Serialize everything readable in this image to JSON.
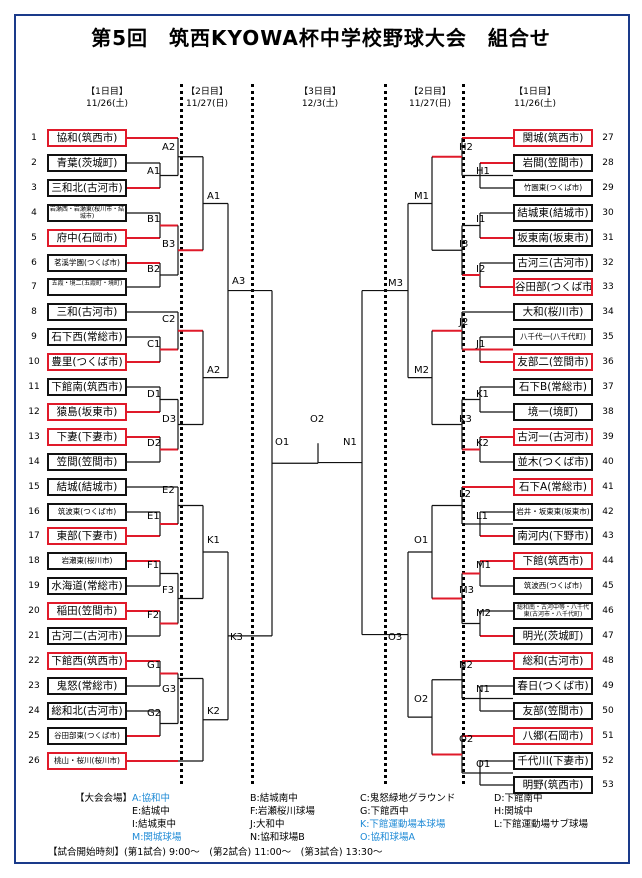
{
  "title": "第5回　筑西KYOWA杯中学校野球大会　組合せ",
  "rounds": {
    "left_day1": {
      "label": "【1日目】",
      "date": "11/26(土)"
    },
    "left_day2": {
      "label": "【2日目】",
      "date": "11/27(日)"
    },
    "day3": {
      "label": "【3日目】",
      "date": "12/3(土)"
    },
    "right_day2": {
      "label": "【2日目】",
      "date": "11/27(日)"
    },
    "right_day1": {
      "label": "【1日目】",
      "date": "11/26(土)"
    }
  },
  "left_teams": [
    {
      "num": "1",
      "name": "協和(筑西市)",
      "red": true
    },
    {
      "num": "2",
      "name": "青葉(茨城町)",
      "red": false
    },
    {
      "num": "3",
      "name": "三和北(古河市)",
      "red": false
    },
    {
      "num": "4",
      "name": "岩瀬西・岩瀬東(桜川市・結城市)",
      "red": false,
      "size": "xs"
    },
    {
      "num": "5",
      "name": "府中(石岡市)",
      "red": true
    },
    {
      "num": "6",
      "name": "茗溪学園(つくば市)",
      "red": false,
      "size": "sm"
    },
    {
      "num": "7",
      "name": "五霞・境二(五霞町・境町)",
      "red": false,
      "size": "xs"
    },
    {
      "num": "8",
      "name": "三和(古河市)",
      "red": false
    },
    {
      "num": "9",
      "name": "石下西(常総市)",
      "red": false
    },
    {
      "num": "10",
      "name": "豊里(つくば市)",
      "red": true
    },
    {
      "num": "11",
      "name": "下館南(筑西市)",
      "red": false
    },
    {
      "num": "12",
      "name": "猿島(坂東市)",
      "red": true
    },
    {
      "num": "13",
      "name": "下妻(下妻市)",
      "red": true
    },
    {
      "num": "14",
      "name": "笠間(笠間市)",
      "red": false
    },
    {
      "num": "15",
      "name": "結城(結城市)",
      "red": false
    },
    {
      "num": "16",
      "name": "筑波東(つくば市)",
      "red": false,
      "size": "sm"
    },
    {
      "num": "17",
      "name": "東部(下妻市)",
      "red": true
    },
    {
      "num": "18",
      "name": "岩瀬東(桜川市)",
      "red": false,
      "size": "sm"
    },
    {
      "num": "19",
      "name": "水海道(常総市)",
      "red": false
    },
    {
      "num": "20",
      "name": "稲田(笠間市)",
      "red": true
    },
    {
      "num": "21",
      "name": "古河二(古河市)",
      "red": false
    },
    {
      "num": "22",
      "name": "下館西(筑西市)",
      "red": true
    },
    {
      "num": "23",
      "name": "鬼怒(常総市)",
      "red": false
    },
    {
      "num": "24",
      "name": "総和北(古河市)",
      "red": false
    },
    {
      "num": "25",
      "name": "谷田部東(つくば市)",
      "red": false,
      "size": "sm"
    },
    {
      "num": "26",
      "name": "桃山・桜川(桜川市)",
      "red": true,
      "size": "sm"
    }
  ],
  "right_teams": [
    {
      "num": "27",
      "name": "関城(筑西市)",
      "red": true
    },
    {
      "num": "28",
      "name": "岩間(笠間市)",
      "red": false
    },
    {
      "num": "29",
      "name": "竹園東(つくば市)",
      "red": false,
      "size": "sm"
    },
    {
      "num": "30",
      "name": "結城東(結城市)",
      "red": false
    },
    {
      "num": "31",
      "name": "坂東南(坂東市)",
      "red": false
    },
    {
      "num": "32",
      "name": "古河三(古河市)",
      "red": false
    },
    {
      "num": "33",
      "name": "谷田部(つくば市)",
      "red": true
    },
    {
      "num": "34",
      "name": "大和(桜川市)",
      "red": false
    },
    {
      "num": "35",
      "name": "八千代一(八千代町)",
      "red": false,
      "size": "sm"
    },
    {
      "num": "36",
      "name": "友部二(笠間市)",
      "red": true
    },
    {
      "num": "37",
      "name": "石下B(常総市)",
      "red": false
    },
    {
      "num": "38",
      "name": "境一(境町)",
      "red": false
    },
    {
      "num": "39",
      "name": "古河一(古河市)",
      "red": true
    },
    {
      "num": "40",
      "name": "並木(つくば市)",
      "red": false
    },
    {
      "num": "41",
      "name": "石下A(常総市)",
      "red": true
    },
    {
      "num": "42",
      "name": "岩井・坂東東(坂東市)",
      "red": false,
      "size": "sm"
    },
    {
      "num": "43",
      "name": "南河内(下野市)",
      "red": false
    },
    {
      "num": "44",
      "name": "下館(筑西市)",
      "red": true
    },
    {
      "num": "45",
      "name": "筑波西(つくば市)",
      "red": false,
      "size": "sm"
    },
    {
      "num": "46",
      "name": "総和南・古河中等・八千代東(古河市・八千代町)",
      "red": false,
      "size": "xs"
    },
    {
      "num": "47",
      "name": "明光(茨城町)",
      "red": false
    },
    {
      "num": "48",
      "name": "総和(古河市)",
      "red": true
    },
    {
      "num": "49",
      "name": "春日(つくば市)",
      "red": false
    },
    {
      "num": "50",
      "name": "友部(笠間市)",
      "red": false
    },
    {
      "num": "51",
      "name": "八郷(石岡市)",
      "red": true
    },
    {
      "num": "52",
      "name": "千代川(下妻市)",
      "red": false
    },
    {
      "num": "53",
      "name": "明野(筑西市)",
      "red": false
    }
  ],
  "match_labels": {
    "A2": "A2",
    "A1": "A1",
    "B1": "B1",
    "B3": "B3",
    "B2": "B2",
    "C2": "C2",
    "C1": "C1",
    "D1": "D1",
    "D3": "D3",
    "D2": "D2",
    "E2": "E2",
    "E1": "E1",
    "F1": "F1",
    "F3": "F3",
    "F2": "F2",
    "G1": "G1",
    "G3": "G3",
    "G2": "G2",
    "A1r2": "A1",
    "A3": "A3",
    "A2r2": "A2",
    "K1": "K1",
    "K3": "K3",
    "K2": "K2",
    "O1": "O1",
    "O2": "O2",
    "N1": "N1",
    "H2": "H2",
    "H1": "H1",
    "I1": "I1",
    "I3": "I3",
    "I2": "I2",
    "J2": "J2",
    "J1": "J1",
    "K1r": "K1",
    "K3r": "K3",
    "K2r": "K2",
    "L2": "L2",
    "L1": "L1",
    "M1": "M1",
    "M3": "M3",
    "M2": "M2",
    "N2": "N2",
    "N1r": "N1",
    "O2r": "O2",
    "O1r": "O1",
    "M1r2": "M1",
    "M3r2": "M3",
    "M2r2": "M2",
    "O1r2": "O1",
    "O3r2": "O3",
    "O2r2": "O2"
  },
  "venues": {
    "heading": "【大会会場】",
    "col1": [
      "A:協和中",
      "E:結城中",
      "I:結城東中",
      "M:関城球場"
    ],
    "col2": [
      "B:結城南中",
      "F:岩瀬桜川球場",
      "J:大和中",
      "N:協和球場B"
    ],
    "col3": [
      "C:鬼怒緑地グラウンド",
      "G:下館西中",
      "K:下館運動場本球場",
      "O:協和球場A"
    ],
    "col4": [
      "D:下館南中",
      "H:関城中",
      "L:下館運動場サブ球場"
    ]
  },
  "schedule": "【試合開始時刻】(第1試合) 9:00～　(第2試合) 11:00～　(第3試合) 13:30～",
  "colors": {
    "win": "#e01a2a",
    "line": "#111111",
    "frame": "#1a3a8a",
    "venue_blue": "#1e8ad6"
  }
}
